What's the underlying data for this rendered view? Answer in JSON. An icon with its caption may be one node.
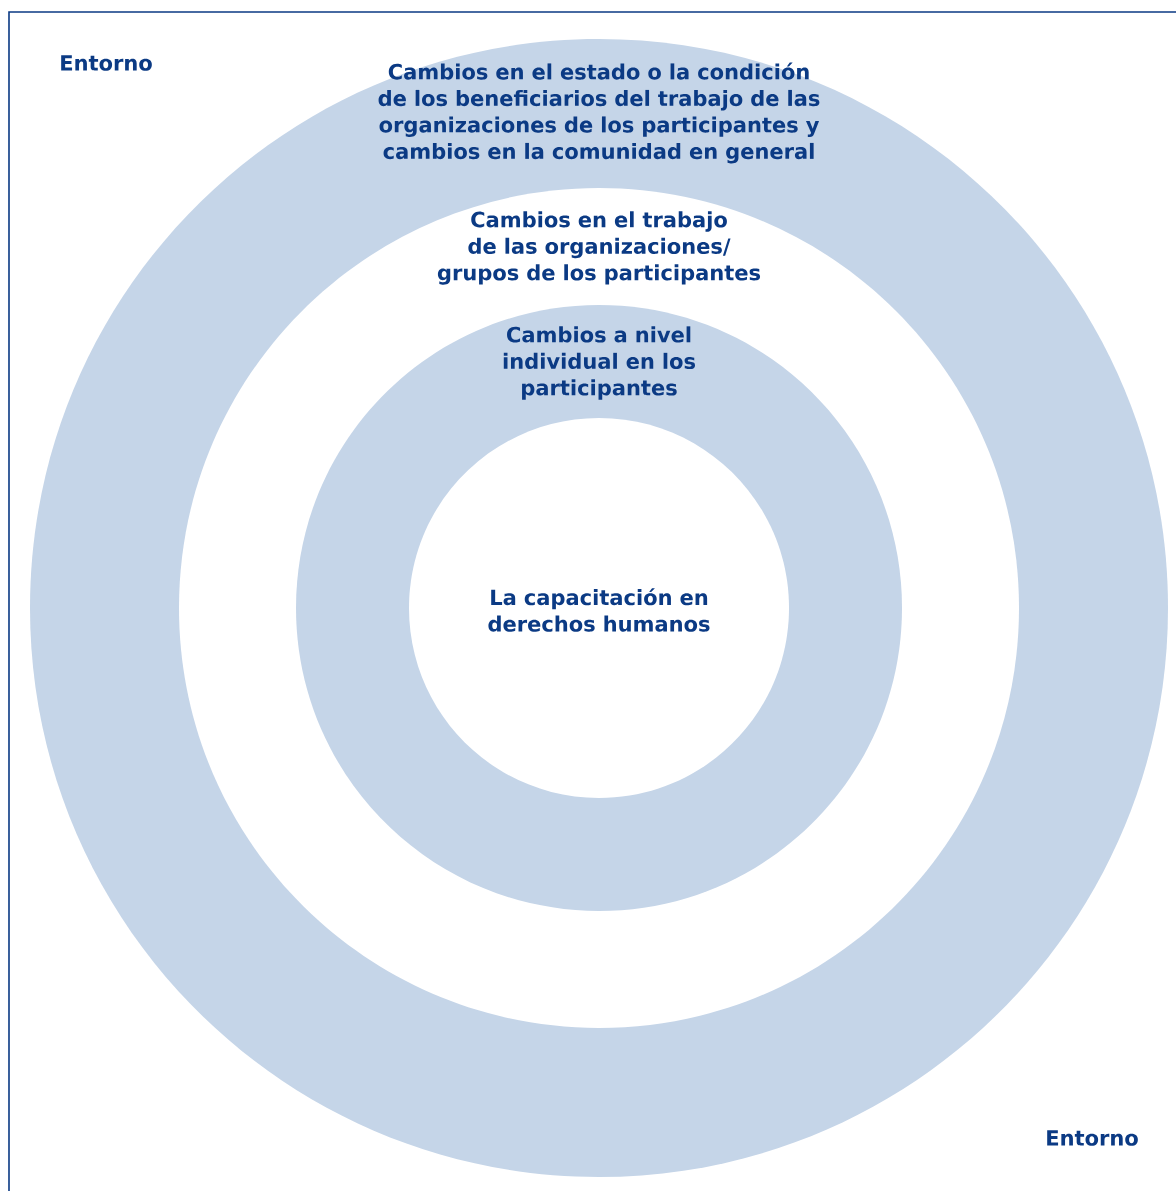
{
  "diagram": {
    "nodes": [
      {
        "text": [
          "Entorno",
          "Entorno"
        ]
      },
      {
        "text": [
          "Cambios en el estado o la condición de los beneficiarios del trabajo de las organizaciones de los participantes y cambios en la comunidad en general"
        ],
        "in": 0
      },
      {
        "text": [
          "Cambios en el trabajo de las organizaciones/ grupos de los participantes"
        ],
        "in": 1
      },
      {
        "text": [
          "Cambios a nivel individual en los participantes"
        ],
        "in": 2
      },
      {
        "text": [
          "La capacitación en derechos humanos"
        ],
        "in": 3
      }
    ],
    "edges": []
  }
}
